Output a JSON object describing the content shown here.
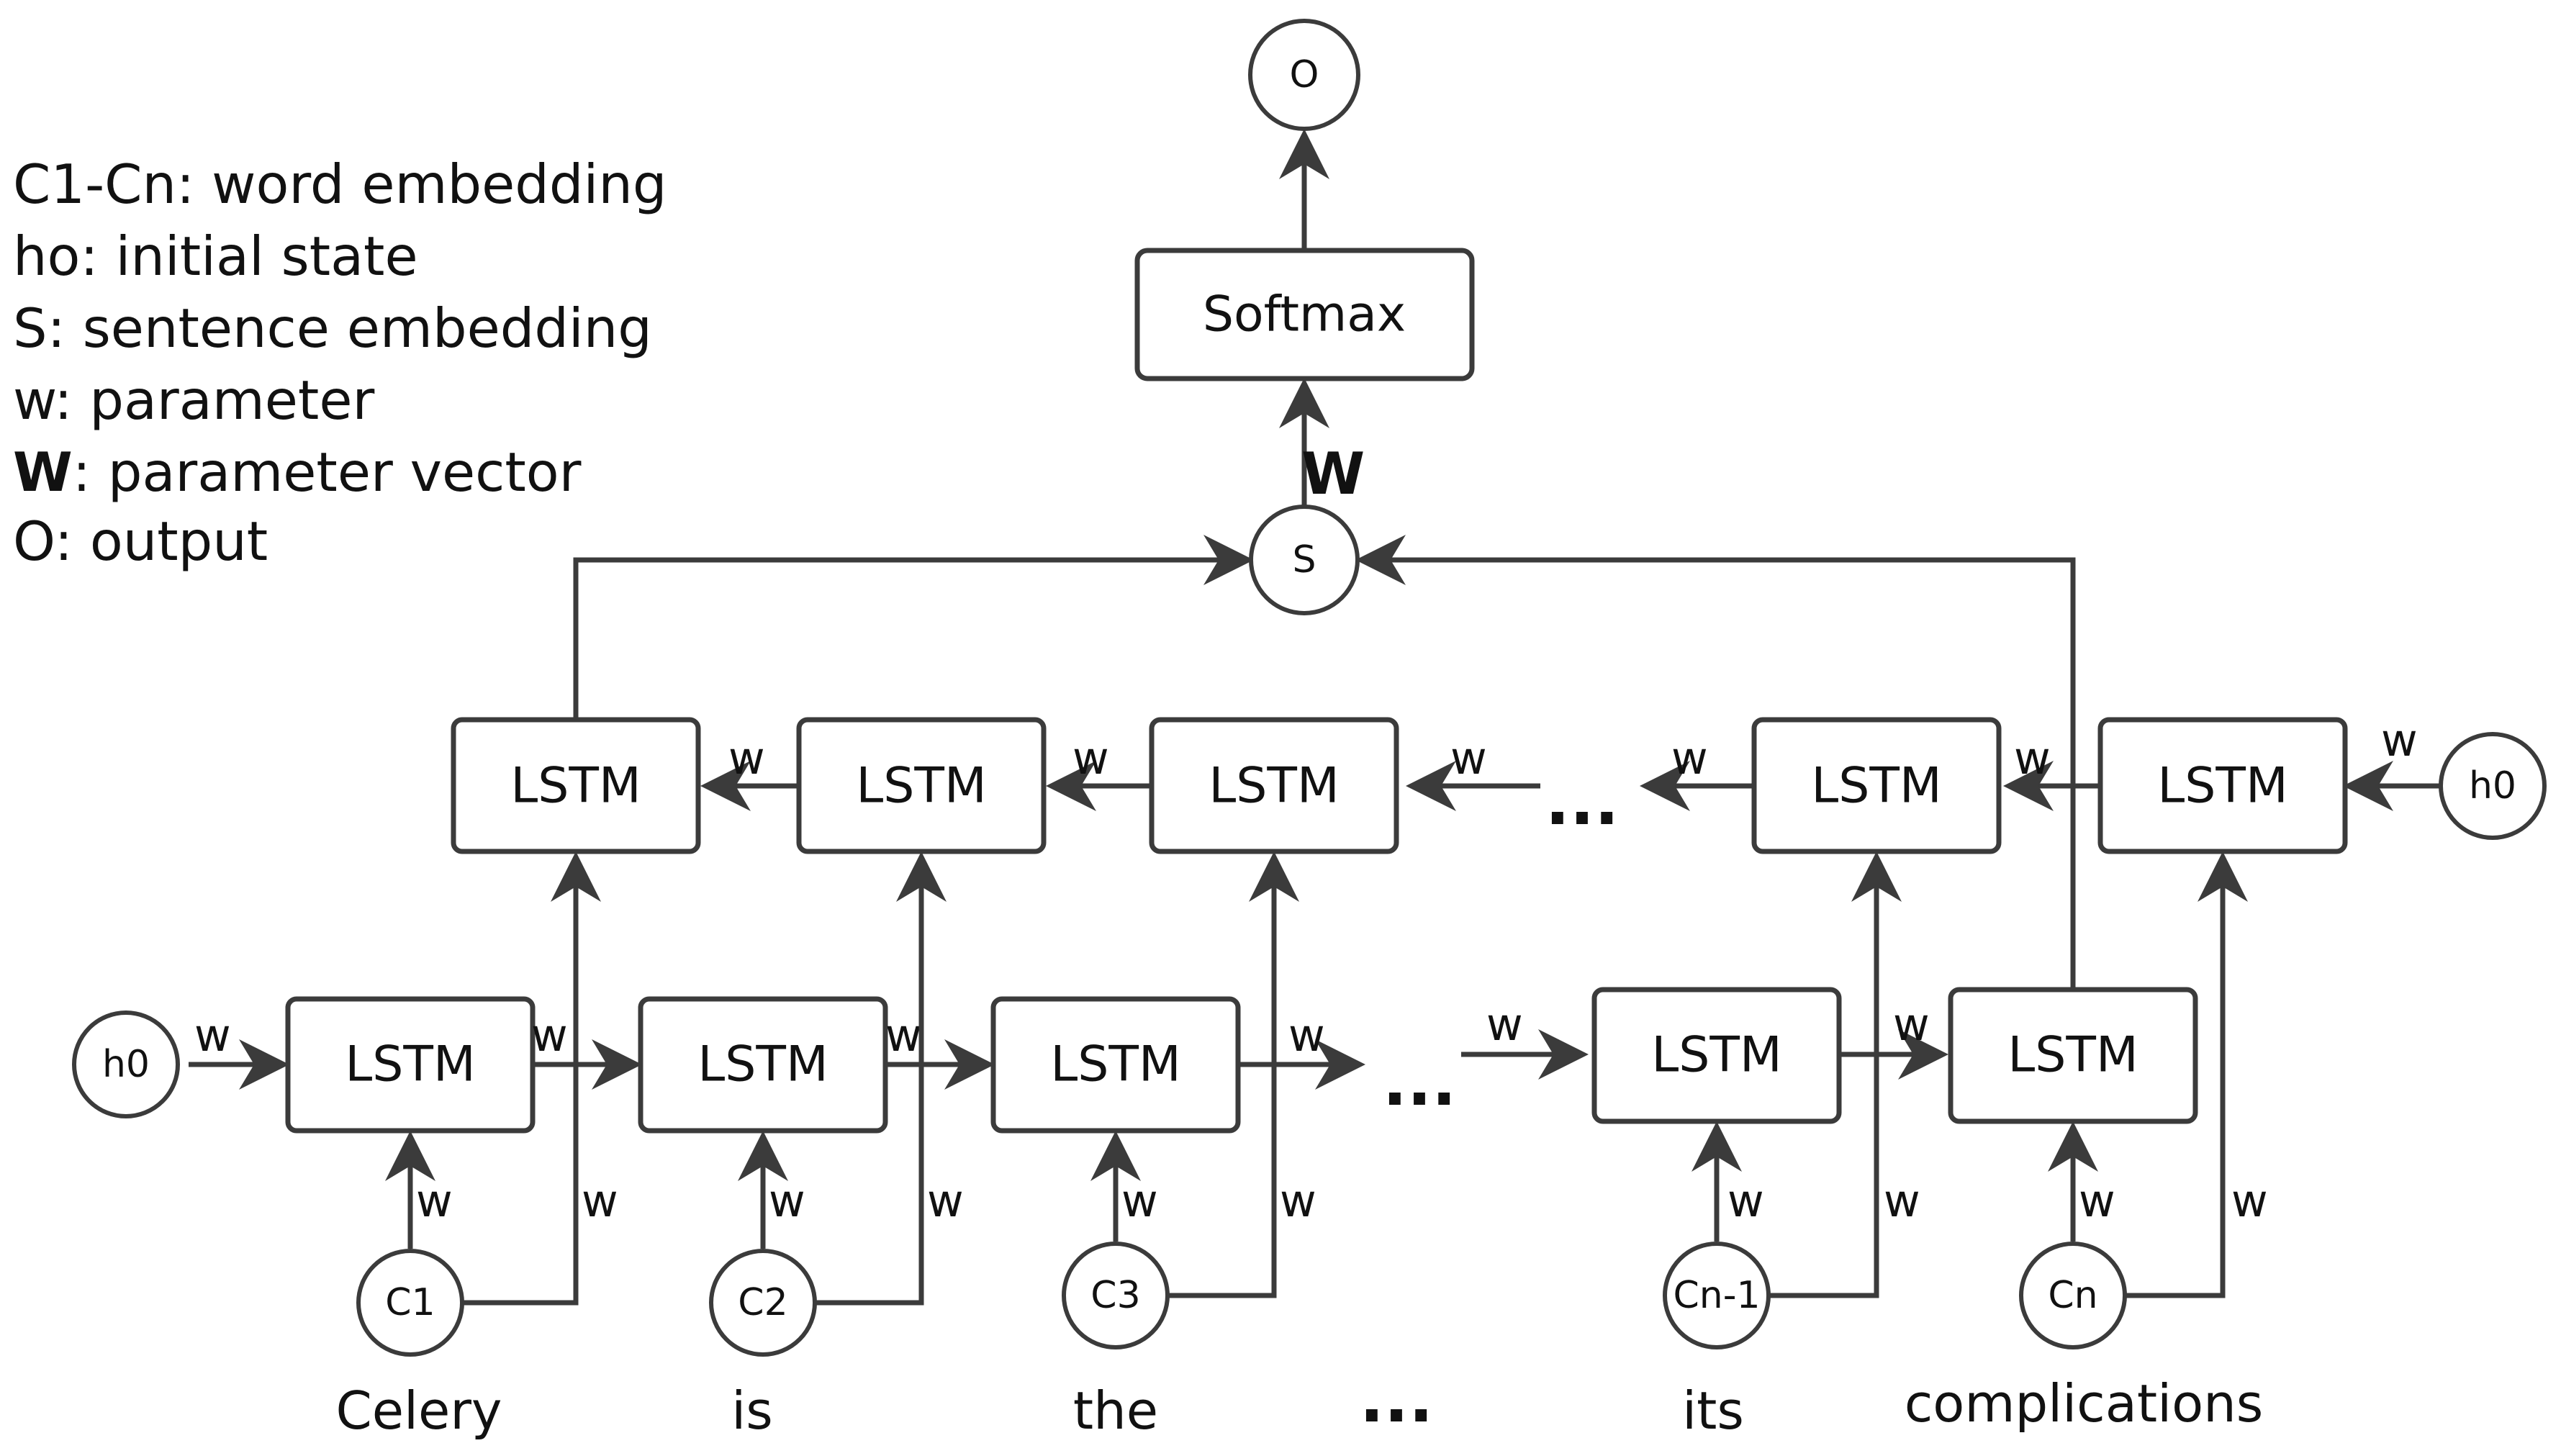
{
  "legend": {
    "line1": "C1-Cn: word embedding",
    "line2": "ho: initial state",
    "line3": "S: sentence embedding",
    "line4": "w: parameter",
    "line5_bold": "W",
    "line5_rest": ": parameter vector",
    "line6": "O: output"
  },
  "nodes": {
    "output": "O",
    "softmax": "Softmax",
    "sentence": "S",
    "h0_left": "h0",
    "h0_right": "h0",
    "lstm": "LSTM",
    "c1": "C1",
    "c2": "C2",
    "c3": "C3",
    "cn1": "Cn-1",
    "cn": "Cn"
  },
  "labels": {
    "param": "w",
    "param_vector": "W",
    "ellipsis": "..."
  },
  "words": {
    "w1": "Celery",
    "w2": "is",
    "w3": "the",
    "w4": "...",
    "w5": "its",
    "w6": "complications"
  },
  "colors": {
    "stroke": "#3b3b3b",
    "text": "#111111",
    "background": "#ffffff"
  }
}
